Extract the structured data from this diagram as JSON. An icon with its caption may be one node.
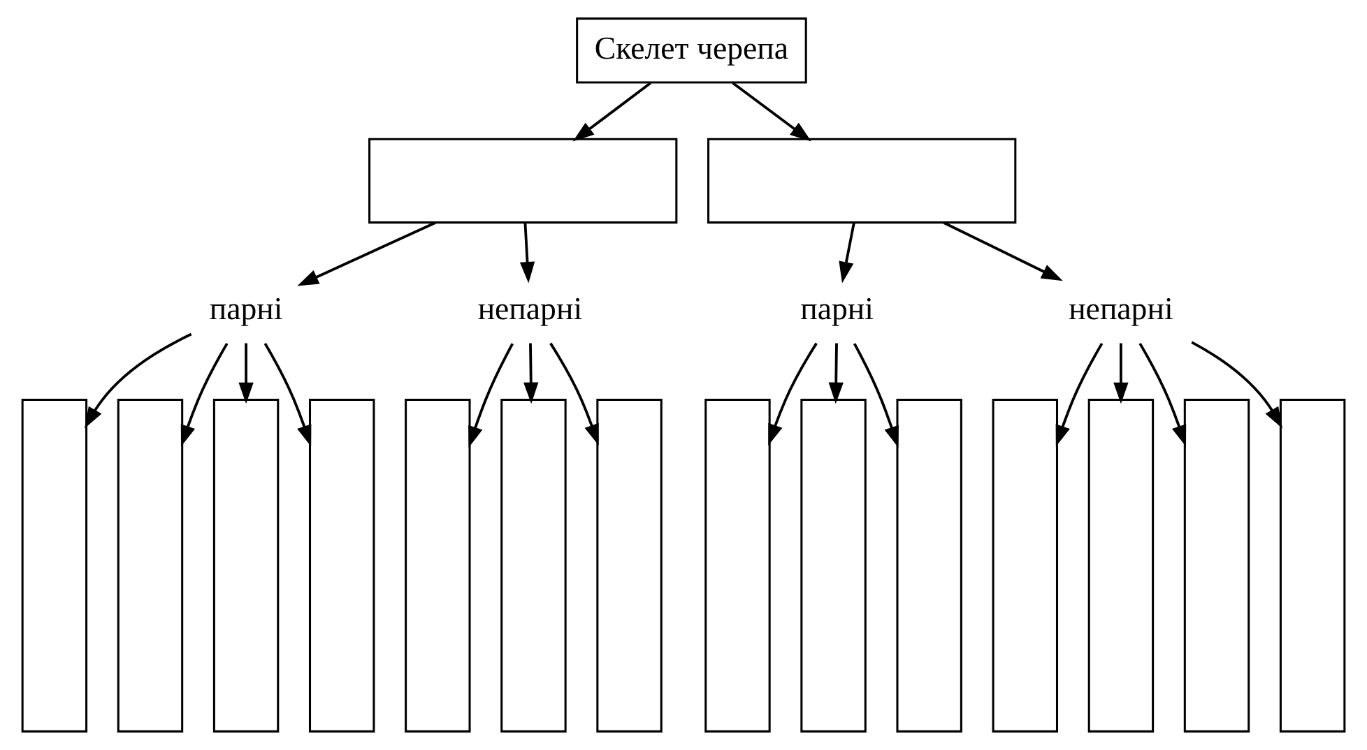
{
  "diagram": {
    "nodes": [
      {
        "text": [
          "Скелет черепа"
        ]
      },
      {
        "text": [],
        "shape": "box"
      },
      {
        "text": [],
        "shape": "box"
      },
      {
        "text": [
          "парні"
        ]
      },
      {
        "text": [
          "непарні"
        ]
      },
      {
        "text": [
          "парні"
        ]
      },
      {
        "text": [
          "непарні"
        ]
      },
      {
        "text": [],
        "shape": "box"
      },
      {
        "text": [],
        "shape": "box"
      },
      {
        "text": [],
        "shape": "box"
      },
      {
        "text": [],
        "shape": "box"
      },
      {
        "text": [],
        "shape": "box"
      },
      {
        "text": [],
        "shape": "box"
      },
      {
        "text": [],
        "shape": "box"
      },
      {
        "text": [],
        "shape": "box"
      },
      {
        "text": [],
        "shape": "box"
      },
      {
        "text": [],
        "shape": "box"
      },
      {
        "text": [],
        "shape": "box"
      },
      {
        "text": [],
        "shape": "box"
      },
      {
        "text": [],
        "shape": "box"
      },
      {
        "text": [],
        "shape": "box"
      }
    ],
    "edges": [
      {
        "from": 0,
        "to": 1,
        "arrow": "to"
      },
      {
        "from": 0,
        "to": 2,
        "arrow": "to"
      },
      {
        "from": 1,
        "to": 3,
        "arrow": "to"
      },
      {
        "from": 1,
        "to": 4,
        "arrow": "to"
      },
      {
        "from": 2,
        "to": 5,
        "arrow": "to"
      },
      {
        "from": 2,
        "to": 6,
        "arrow": "to"
      },
      {
        "from": 3,
        "to": 7,
        "arrow": "to"
      },
      {
        "from": 3,
        "to": 8,
        "arrow": "to"
      },
      {
        "from": 3,
        "to": 9,
        "arrow": "to"
      },
      {
        "from": 3,
        "to": 10,
        "arrow": "to"
      },
      {
        "from": 4,
        "to": 11,
        "arrow": "to"
      },
      {
        "from": 4,
        "to": 12,
        "arrow": "to"
      },
      {
        "from": 4,
        "to": 13,
        "arrow": "to"
      },
      {
        "from": 5,
        "to": 14,
        "arrow": "to"
      },
      {
        "from": 5,
        "to": 15,
        "arrow": "to"
      },
      {
        "from": 5,
        "to": 16,
        "arrow": "to"
      },
      {
        "from": 6,
        "to": 17,
        "arrow": "to"
      },
      {
        "from": 6,
        "to": 18,
        "arrow": "to"
      },
      {
        "from": 6,
        "to": 19,
        "arrow": "to"
      },
      {
        "from": 6,
        "to": 20,
        "arrow": "to"
      }
    ]
  }
}
